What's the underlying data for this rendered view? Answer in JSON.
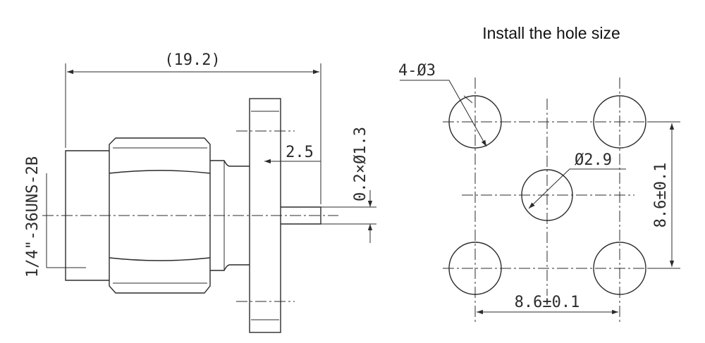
{
  "header": {
    "title": "Install the hole size"
  },
  "dimensions": {
    "overall_length": "(19.2)",
    "flange_offset": "2.5",
    "thread": "1/4\"-36UNS-2B",
    "pin": "0.2×Ø1.3",
    "mount_holes": "4-Ø3",
    "center_hole": "Ø2.9",
    "spacing_vertical": "8.6±0.1",
    "spacing_horizontal": "8.6±0.1"
  }
}
